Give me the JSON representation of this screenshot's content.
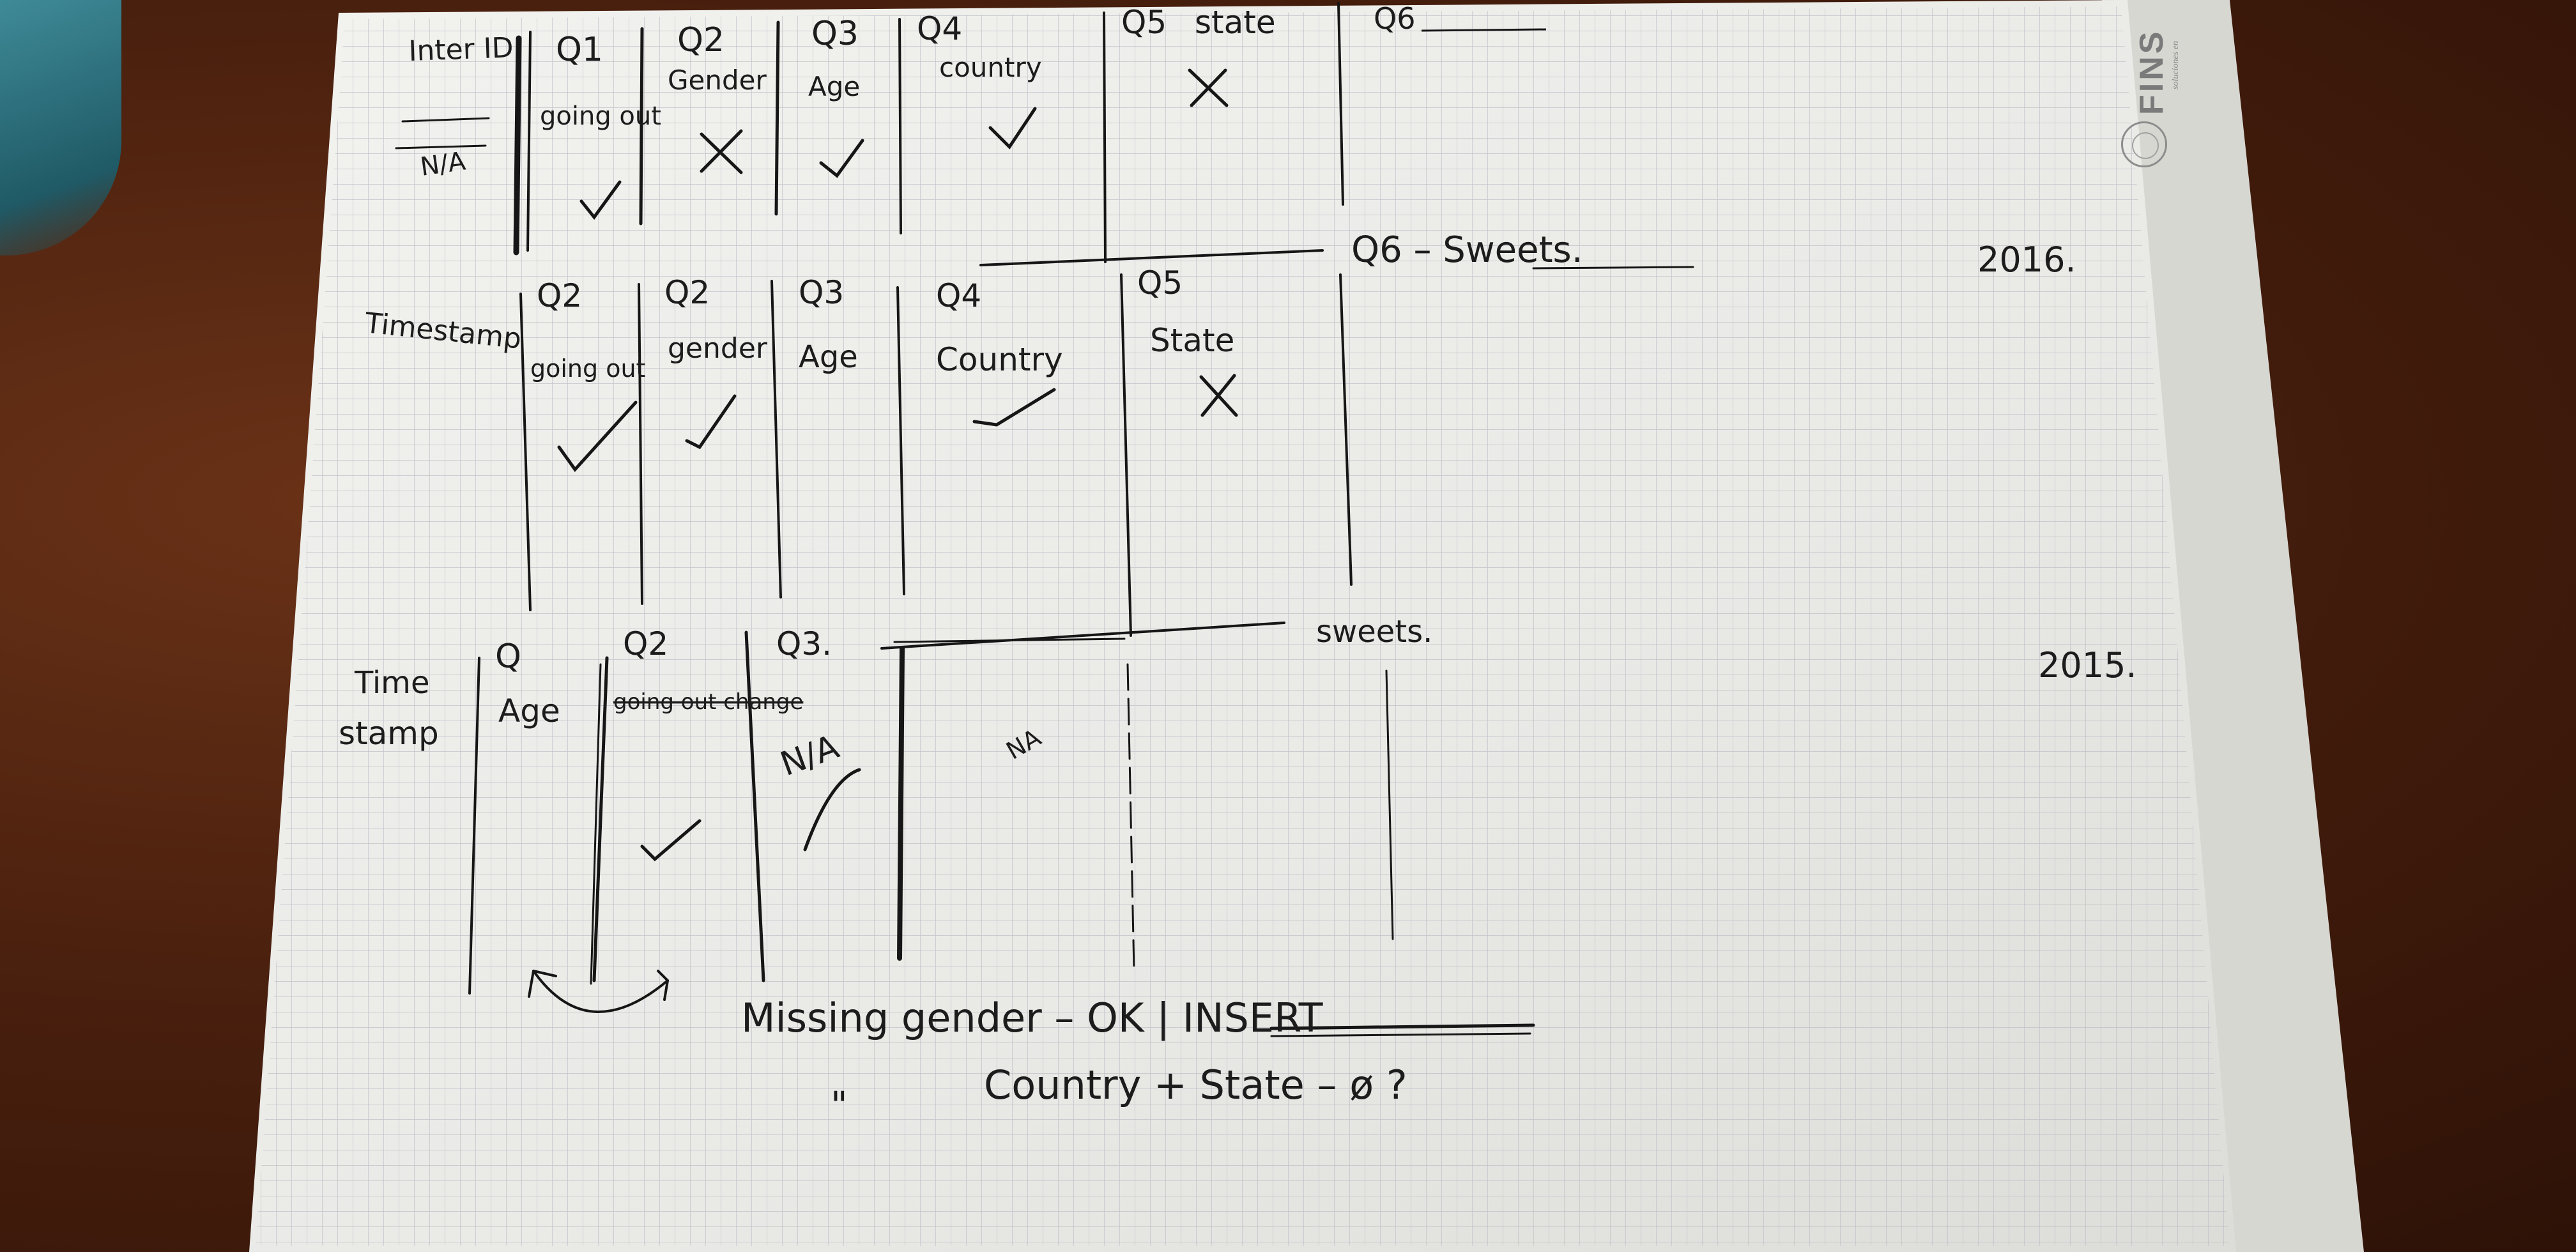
{
  "brand": {
    "logo_text": "FINS",
    "tagline": "soluciones en"
  },
  "header_row": {
    "row_label": "Inter ID",
    "row_label_sub": "N/A",
    "cells": [
      {
        "q": "Q1",
        "text": "going out",
        "mark": "check"
      },
      {
        "q": "Q2",
        "text": "Gender",
        "mark": "cross"
      },
      {
        "q": "Q3",
        "text": "Age",
        "mark": "check"
      },
      {
        "q": "Q4",
        "text": "country",
        "mark": "check"
      },
      {
        "q": "Q5",
        "text": "state",
        "mark": "cross"
      },
      {
        "q": "Q6",
        "text": "",
        "mark": ""
      }
    ]
  },
  "row_2016": {
    "row_label": "Timestamp",
    "cells": [
      {
        "q": "Q2",
        "text": "going out",
        "mark": "check"
      },
      {
        "q": "Q2",
        "text": "gender",
        "mark": "check"
      },
      {
        "q": "Q3",
        "text": "Age",
        "mark": ""
      },
      {
        "q": "Q4",
        "text": "Country",
        "mark": "check"
      },
      {
        "q": "Q5",
        "text": "State",
        "mark": "cross"
      }
    ],
    "sweets_label": "Q6 – Sweets.",
    "year": "2016."
  },
  "row_2015": {
    "row_label_line1": "Time",
    "row_label_line2": "stamp",
    "cells": [
      {
        "q": "Q",
        "text": "Age",
        "mark": ""
      },
      {
        "q": "Q2",
        "text": "going out change",
        "mark": "check"
      },
      {
        "q": "Q3.",
        "text": "N/A",
        "mark": ""
      }
    ],
    "na_small": "NA",
    "sweets_label": "sweets.",
    "year": "2015."
  },
  "notes": {
    "line1": "Missing gender – OK | INSERT",
    "ditto": "\"",
    "line2": "Country + State – ø ?"
  }
}
